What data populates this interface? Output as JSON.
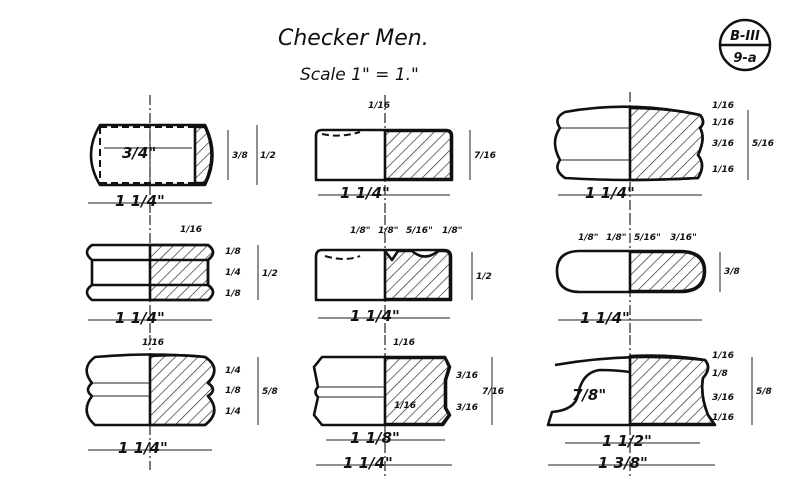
{
  "title": "Checker Men.",
  "scale": "Scale 1\" = 1.\"",
  "badge": {
    "top": "B-III",
    "bottom": "9-a"
  },
  "figures": [
    {
      "width": "1 1/4\"",
      "dims": [
        "3/4\"",
        "3/8",
        "1/2"
      ]
    },
    {
      "width": "1 1/4\"",
      "dims": [
        "1/16",
        "7/16"
      ]
    },
    {
      "width": "1 1/4\"",
      "dims": [
        "1/16",
        "1/16",
        "3/16",
        "1/16",
        "5/16"
      ]
    },
    {
      "width": "1 1/4\"",
      "dims": [
        "1/16",
        "1/8",
        "1/4",
        "1/8",
        "1/2"
      ]
    },
    {
      "width": "1 1/4\"",
      "dims": [
        "1/8\"",
        "1/8\"",
        "5/16\"",
        "1/8\"",
        "1/2"
      ]
    },
    {
      "width": "1 1/4\"",
      "dims": [
        "1/8\"",
        "1/8\"",
        "5/16\"",
        "3/16\"",
        "3/8"
      ]
    },
    {
      "width": "1 1/4\"",
      "dims": [
        "1/16",
        "1/4",
        "1/8",
        "1/4",
        "5/8"
      ]
    },
    {
      "width": "1 1/4\"",
      "width2": "1 1/8\"",
      "dims": [
        "1/16",
        "1/16",
        "3/16",
        "3/16",
        "7/16"
      ]
    },
    {
      "width": "1 3/8\"",
      "width2": "1 1/2\"",
      "dims": [
        "7/8\"",
        "1/16",
        "1/8",
        "3/16",
        "1/16",
        "5/8"
      ]
    }
  ]
}
